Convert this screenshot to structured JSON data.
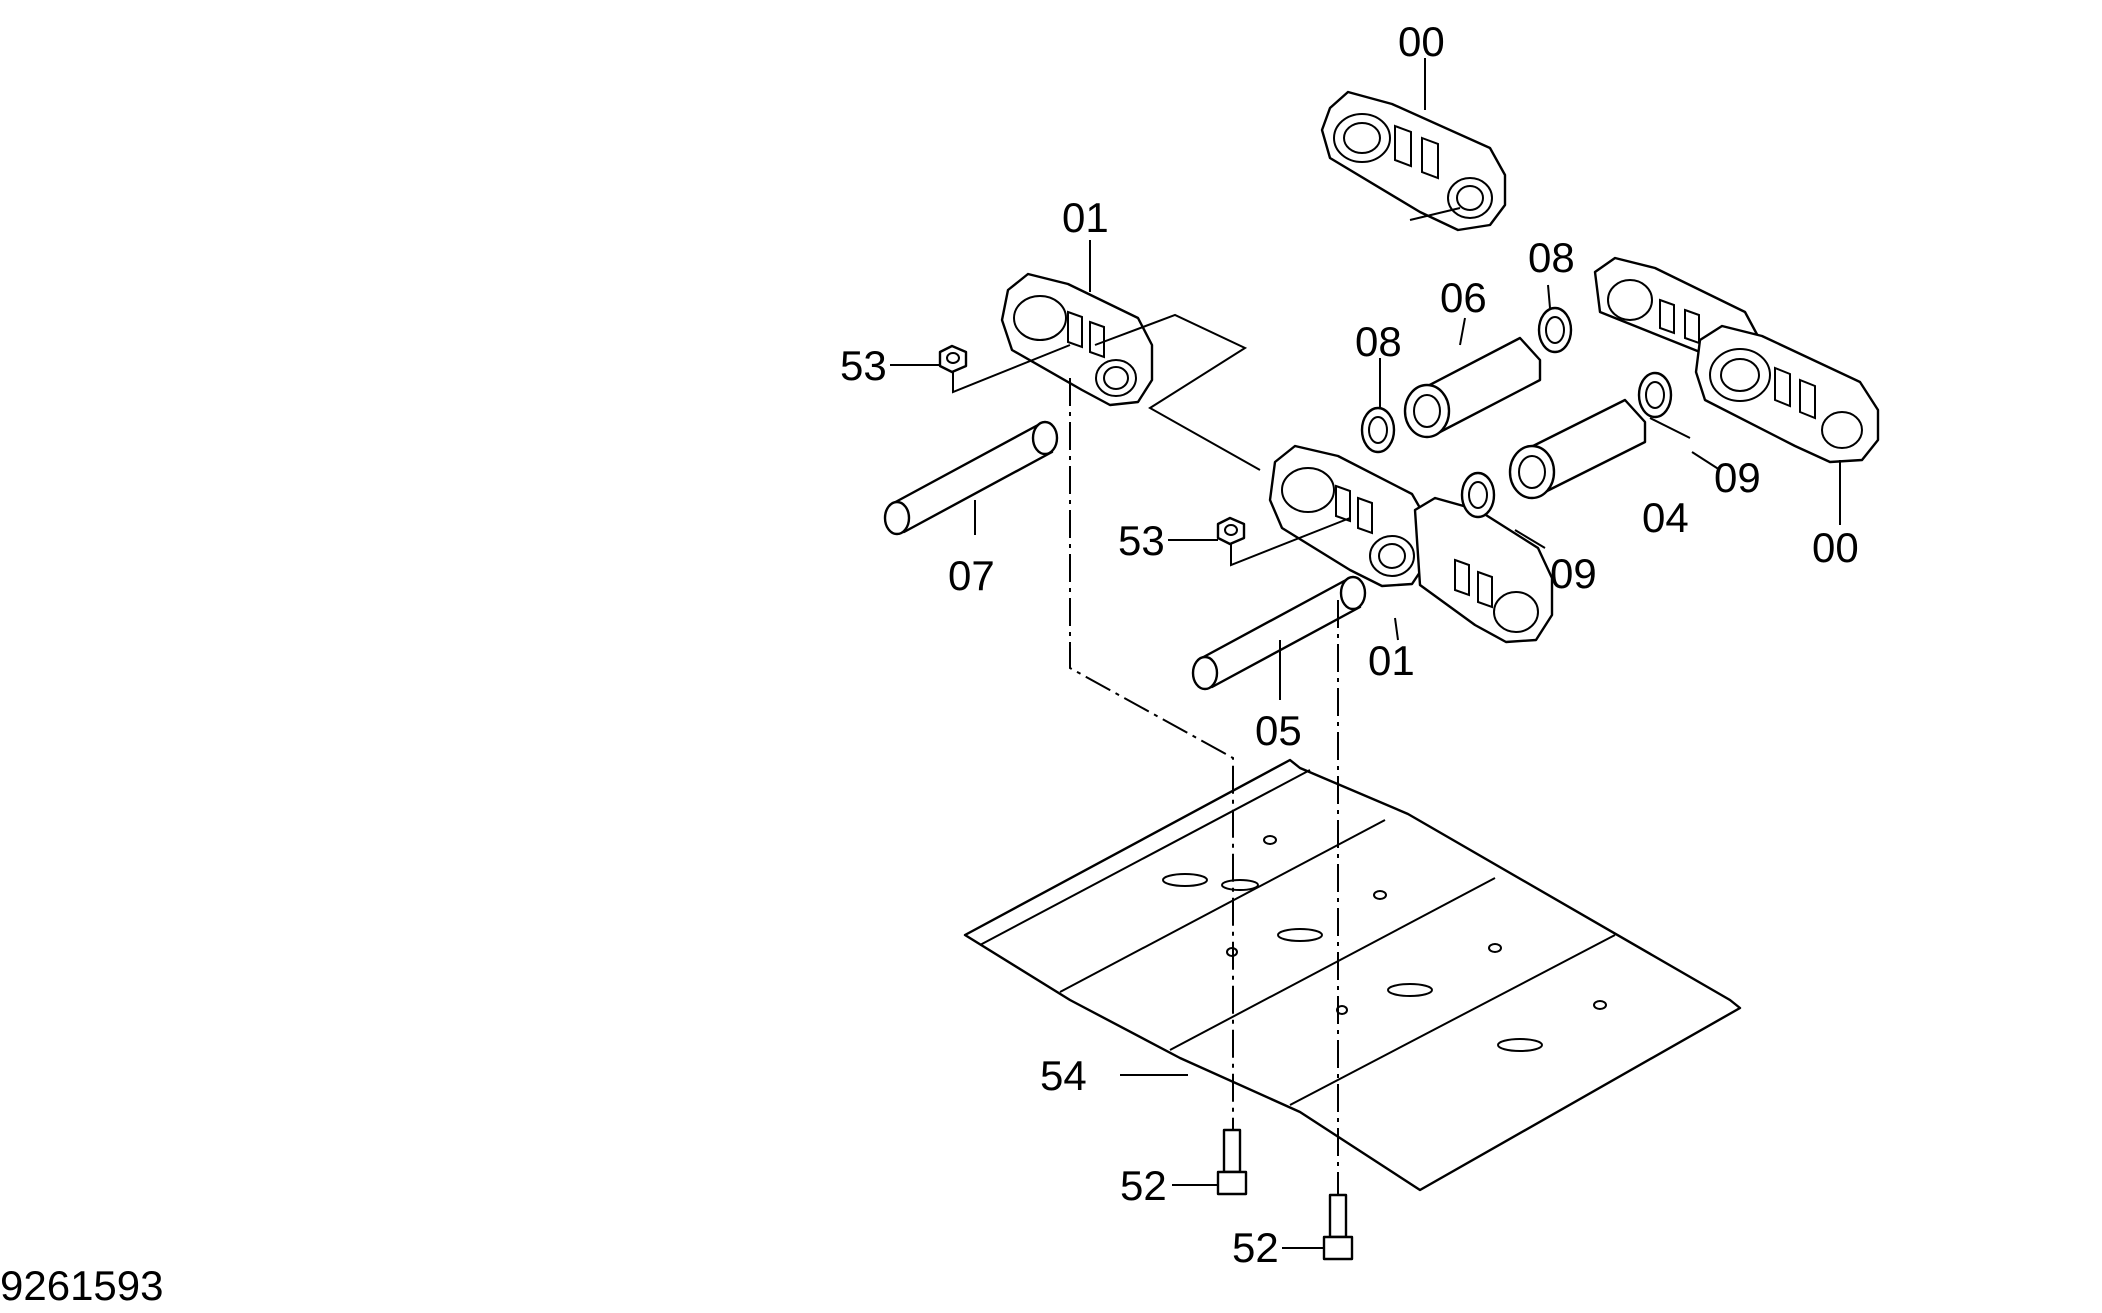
{
  "drawing_number": "9261593",
  "callouts": {
    "link_top": "00",
    "link_right": "00",
    "link_left_upper": "01",
    "link_center": "01",
    "bushing_upper": "06",
    "bushing_lower": "04",
    "seal_upper_left": "08",
    "seal_upper_right": "08",
    "seal_lower_right": "09",
    "seal_lower_center": "09",
    "pin_upper": "07",
    "pin_lower": "05",
    "nut_upper": "53",
    "nut_lower": "53",
    "shoe": "54",
    "bolt_left": "52",
    "bolt_right": "52"
  }
}
